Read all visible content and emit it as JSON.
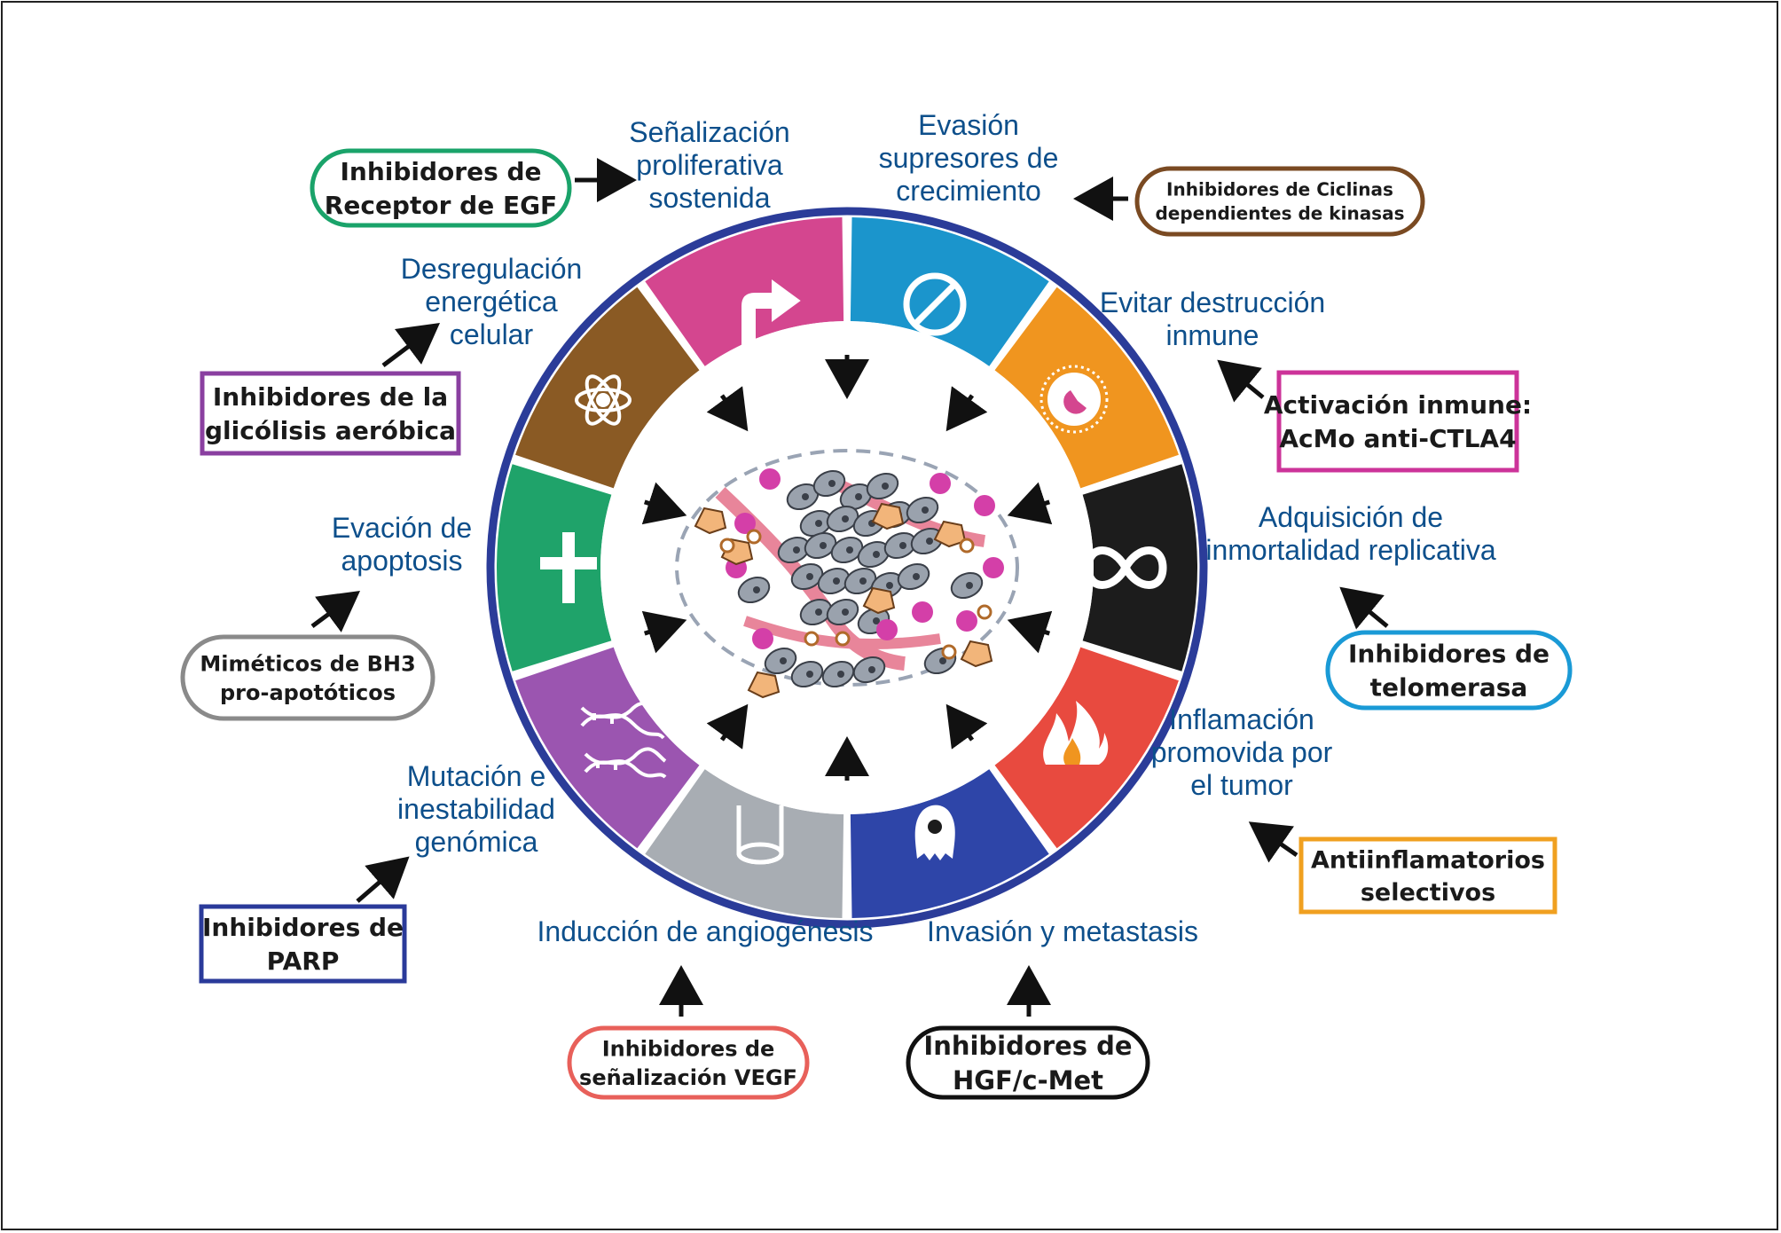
{
  "hallmarks": [
    {
      "id": "proliferative",
      "lines": [
        "Señalización",
        "proliferativa",
        "sostenida"
      ]
    },
    {
      "id": "growth-suppressors",
      "lines": [
        "Evasión",
        "supresores de",
        "crecimiento"
      ]
    },
    {
      "id": "immune",
      "lines": [
        "Evitar destrucción",
        "inmune"
      ]
    },
    {
      "id": "immortality",
      "lines": [
        "Adquisición de",
        "inmortalidad replicativa"
      ]
    },
    {
      "id": "inflammation",
      "lines": [
        "Inflamación",
        "promovida por",
        "el tumor"
      ]
    },
    {
      "id": "invasion",
      "lines": [
        "Invasión y metastasis"
      ]
    },
    {
      "id": "angiogenesis",
      "lines": [
        "Inducción de angiogénesis"
      ]
    },
    {
      "id": "genomic",
      "lines": [
        "Mutación e",
        "inestabilidad",
        "genómica"
      ]
    },
    {
      "id": "apoptosis",
      "lines": [
        "Evación de",
        "apoptosis"
      ]
    },
    {
      "id": "energetics",
      "lines": [
        "Desregulación",
        "energética",
        "celular"
      ]
    }
  ],
  "therapies": [
    {
      "id": "egfr",
      "lines": [
        "Inhibidores de",
        "Receptor de EGF"
      ],
      "color": "#1aa36a"
    },
    {
      "id": "cdk",
      "lines": [
        "Inhibidores de Ciclinas",
        "dependientes de kinasas"
      ],
      "color": "#7a4a22"
    },
    {
      "id": "ctla4",
      "lines": [
        "Activación inmune:",
        "AcMo anti-CTLA4"
      ],
      "color": "#cc3399"
    },
    {
      "id": "telomerase",
      "lines": [
        "Inhibidores de",
        "telomerasa"
      ],
      "color": "#1a9ad6"
    },
    {
      "id": "antiinflammatory",
      "lines": [
        "Antiinflamatorios",
        "selectivos"
      ],
      "color": "#f0a020"
    },
    {
      "id": "hgf",
      "lines": [
        "Inhibidores de",
        "HGF/c-Met"
      ],
      "color": "#111111"
    },
    {
      "id": "vegf",
      "lines": [
        "Inhibidores de",
        "señalización VEGF"
      ],
      "color": "#e8605a"
    },
    {
      "id": "parp",
      "lines": [
        "Inhibidores de",
        "PARP"
      ],
      "color": "#2a3a9a"
    },
    {
      "id": "bh3",
      "lines": [
        "Miméticos de BH3",
        "pro-apotóticos"
      ],
      "color": "#8a8a8a"
    },
    {
      "id": "glycolysis",
      "lines": [
        "Inhibidores de la",
        "glicólisis aeróbica"
      ],
      "color": "#8a3fa0"
    }
  ],
  "segments": [
    {
      "name": "energetics",
      "color": "#9b55b0",
      "icon": "atom-icon"
    },
    {
      "name": "proliferative",
      "color": "#1fa36a",
      "icon": "growth-arrow-icon"
    },
    {
      "name": "growth-suppressors",
      "color": "#8a5a24",
      "icon": "no-entry-icon"
    },
    {
      "name": "immune",
      "color": "#d4468f",
      "icon": "immune-cell-icon"
    },
    {
      "name": "immortality",
      "color": "#1b95cc",
      "icon": "infinity-icon"
    },
    {
      "name": "inflammation",
      "color": "#f0951f",
      "icon": "flame-icon"
    },
    {
      "name": "invasion",
      "color": "#1c1c1c",
      "icon": "metastasis-cell-icon"
    },
    {
      "name": "angiogenesis",
      "color": "#e84a3f",
      "icon": "vessel-icon"
    },
    {
      "name": "genomic",
      "color": "#2e45a8",
      "icon": "dna-icon"
    },
    {
      "name": "apoptosis",
      "color": "#a8adb3",
      "icon": "cross-icon"
    }
  ],
  "colors": {
    "ring": "#2b3c99",
    "label": "#0d4f8b"
  }
}
